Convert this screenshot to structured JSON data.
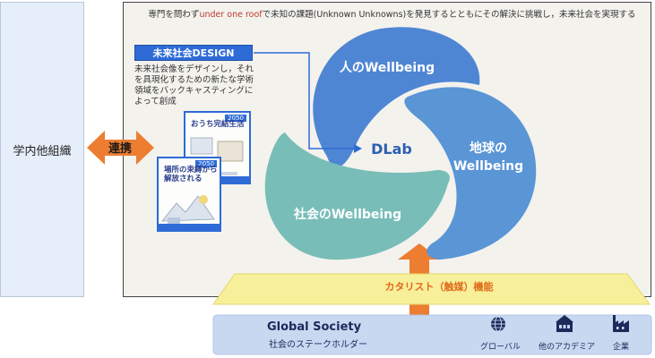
{
  "left_box": {
    "label": "学内他組織"
  },
  "link_label": "連携",
  "top_text": {
    "before": "専門を問わず",
    "accent": "under one roof",
    "after": "で未知の課題(Unknown Unknowns)を発見するとともにその解決に挑戦し，未来社会を実現する"
  },
  "design": {
    "title": "未来社会DESIGN",
    "desc_lines": [
      "未来社会像をデザインし，それ",
      "を具現化するための新たな学術",
      "領域をバックキャスティングに",
      "よって創成"
    ]
  },
  "cards": [
    {
      "title": "おうち完結生活",
      "num": "2050"
    },
    {
      "title_lines": [
        "場所の束縛から",
        "解放される"
      ],
      "num": "2050"
    }
  ],
  "petals": {
    "top": {
      "label": "人のWellbeing",
      "color": "#4f86d3"
    },
    "right": {
      "label_lines": [
        "地球の",
        "Wellbeing"
      ],
      "color": "#5a95d6"
    },
    "left": {
      "label": "社会のWellbeing",
      "color": "#78bdb8"
    }
  },
  "center_label": "DLab",
  "catalyst": {
    "label": "カタリスト（触媒）機能",
    "color": "#f7ef9a"
  },
  "global_society": {
    "title": "Global Society",
    "subtitle": "社会のステークホルダー",
    "items": [
      {
        "label": "グローバル",
        "icon": "globe-icon"
      },
      {
        "label": "他のアカデミア",
        "icon": "building-icon"
      },
      {
        "label": "企業",
        "icon": "factory-icon"
      }
    ]
  },
  "colors": {
    "arrow": "#ed7d31",
    "bottom_band": "#c9d8f1",
    "callout_line": "#2e6bd6"
  }
}
